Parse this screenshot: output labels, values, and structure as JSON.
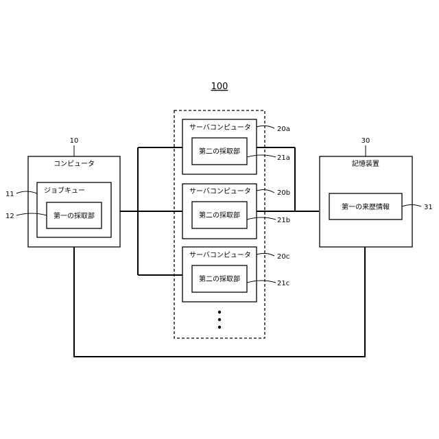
{
  "figure_label": "100",
  "computer": {
    "ref": "10",
    "title": "コンピュータ",
    "job_queue": {
      "ref": "11",
      "label": "ジョブキュー"
    },
    "first_collector": {
      "ref": "12",
      "label": "第一の採取部"
    }
  },
  "servers": [
    {
      "ref": "20a",
      "title": "サーバコンピュータ",
      "collector_ref": "21a",
      "collector_label": "第二の採取部"
    },
    {
      "ref": "20b",
      "title": "サーバコンピュータ",
      "collector_ref": "21b",
      "collector_label": "第二の採取部"
    },
    {
      "ref": "20c",
      "title": "サーバコンピュータ",
      "collector_ref": "21c",
      "collector_label": "第二の採取部"
    }
  ],
  "storage": {
    "ref": "30",
    "title": "記憶装置",
    "history": {
      "ref": "31",
      "label": "第一の来歴情報"
    }
  }
}
